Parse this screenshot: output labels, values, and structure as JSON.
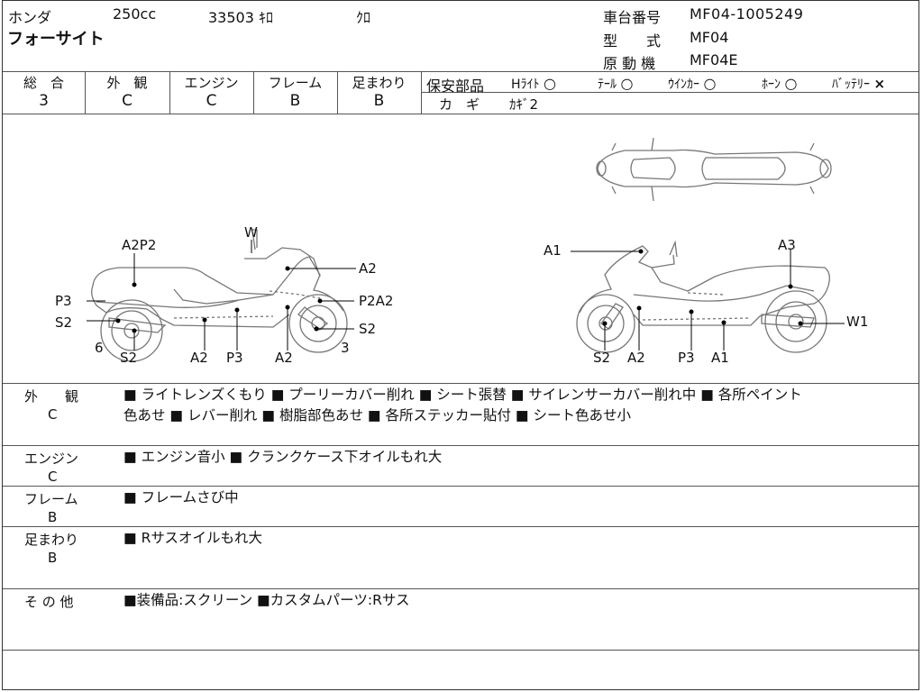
{
  "header": {
    "maker": "ホンダ",
    "displacement": "250cc",
    "mileage": "33503 ｷﾛ",
    "color": "ｸﾛ",
    "model_name": "フォーサイト",
    "frame_no_label": "車台番号",
    "frame_no": "MF04-1005249",
    "type_label": "型　　式",
    "type": "MF04",
    "engine_label": "原 動 機",
    "engine": "MF04E"
  },
  "grades": [
    {
      "label": "総　合",
      "value": "3"
    },
    {
      "label": "外　観",
      "value": "C"
    },
    {
      "label": "エンジン",
      "value": "C"
    },
    {
      "label": "フレーム",
      "value": "B"
    },
    {
      "label": "足まわり",
      "value": "B"
    }
  ],
  "safety": {
    "label": "保安部品",
    "items": [
      {
        "name": "Hﾗｲﾄ",
        "mark": "○"
      },
      {
        "name": "ﾃｰﾙ",
        "mark": "○"
      },
      {
        "name": "ｳｲﾝｶｰ",
        "mark": "○"
      },
      {
        "name": "ﾎｰﾝ",
        "mark": "○"
      },
      {
        "name": "ﾊﾞｯﾃﾘｰ",
        "mark": "×"
      }
    ],
    "key_label": "カ　ギ",
    "key_value": "ｶｷﾞ2"
  },
  "diagram": {
    "left_labels": [
      "W",
      "A2P2",
      "A2",
      "P3",
      "P2A2",
      "S2",
      "S2",
      "6",
      "3",
      "S2",
      "A2",
      "P3",
      "A2"
    ],
    "right_labels": [
      "A1",
      "A3",
      "W1",
      "S2",
      "A2",
      "P3",
      "A1"
    ]
  },
  "sections": [
    {
      "title": "外　　観",
      "grade": "C",
      "lines": [
        "■ ライトレンズくもり ■ プーリーカバー削れ ■ シート張替 ■ サイレンサーカバー削れ中 ■ 各所ペイント",
        "色あせ ■ レバー削れ ■ 樹脂部色あせ ■ 各所ステッカー貼付 ■ シート色あせ小"
      ]
    },
    {
      "title": "エンジン",
      "grade": "C",
      "lines": [
        "■ エンジン音小 ■ クランクケース下オイルもれ大"
      ]
    },
    {
      "title": "フレーム",
      "grade": "B",
      "lines": [
        "■ フレームさび中"
      ]
    },
    {
      "title": "足まわり",
      "grade": "B",
      "lines": [
        "■ Rサスオイルもれ大"
      ]
    },
    {
      "title": "そ の 他",
      "grade": "",
      "lines": [
        "■装備品:スクリーン ■カスタムパーツ:Rサス"
      ]
    }
  ]
}
